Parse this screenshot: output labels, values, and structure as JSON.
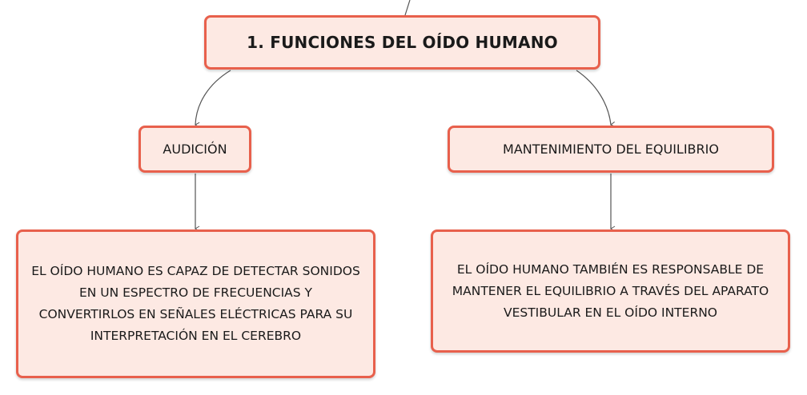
{
  "diagram": {
    "root": {
      "label": "1. FUNCIONES DEL OÍDO HUMANO"
    },
    "branches": [
      {
        "label": "AUDICIÓN",
        "description": "EL OÍDO HUMANO ES CAPAZ DE DETECTAR SONIDOS EN UN ESPECTRO DE FRECUENCIAS Y CONVERTIRLOS EN SEÑALES ELÉCTRICAS PARA SU INTERPRETACIÓN EN EL CEREBRO"
      },
      {
        "label": "MANTENIMIENTO DEL EQUILIBRIO",
        "description": "EL OÍDO HUMANO TAMBIÉN ES RESPONSABLE DE MANTENER EL EQUILIBRIO A TRAVÉS DEL APARATO VESTIBULAR EN EL OÍDO INTERNO"
      }
    ],
    "colors": {
      "node_border": "#e8604c",
      "node_fill": "#fde9e3",
      "connector": "#555555"
    }
  }
}
